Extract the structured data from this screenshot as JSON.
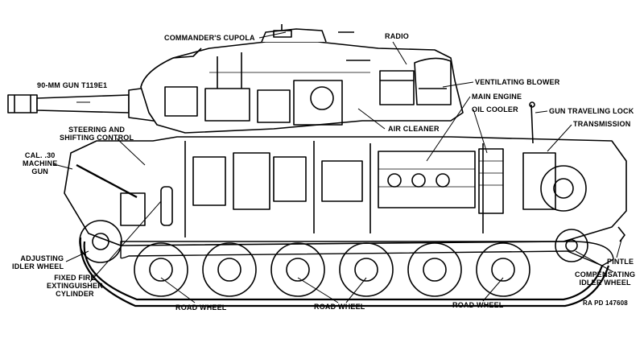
{
  "labels": {
    "commanders_cupola": "COMMANDER'S CUPOLA",
    "radio": "RADIO",
    "gun_90mm": "90-MM GUN T119E1",
    "ventilating_blower": "VENTILATING BLOWER",
    "main_engine": "MAIN ENGINE",
    "oil_cooler": "OIL COOLER",
    "gun_traveling_lock": "GUN TRAVELING LOCK",
    "transmission": "TRANSMISSION",
    "air_cleaner": "AIR CLEANER",
    "steering_line1": "STEERING AND",
    "steering_line2": "SHIFTING CONTROL",
    "mg_line1": "CAL. .30",
    "mg_line2": "MACHINE",
    "mg_line3": "GUN",
    "adjusting_line1": "ADJUSTING",
    "adjusting_line2": "IDLER WHEEL",
    "fire_line1": "FIXED FIRE",
    "fire_line2": "EXTINGUISHER",
    "fire_line3": "CYLINDER",
    "road_wheel_1": "ROAD WHEEL",
    "road_wheel_2": "ROAD WHEEL",
    "road_wheel_3": "ROAD WHEEL",
    "pintle": "PINTLE",
    "comp_line1": "COMPENSATING",
    "comp_line2": "IDLER WHEEL",
    "reference": "RA PD 147608"
  }
}
